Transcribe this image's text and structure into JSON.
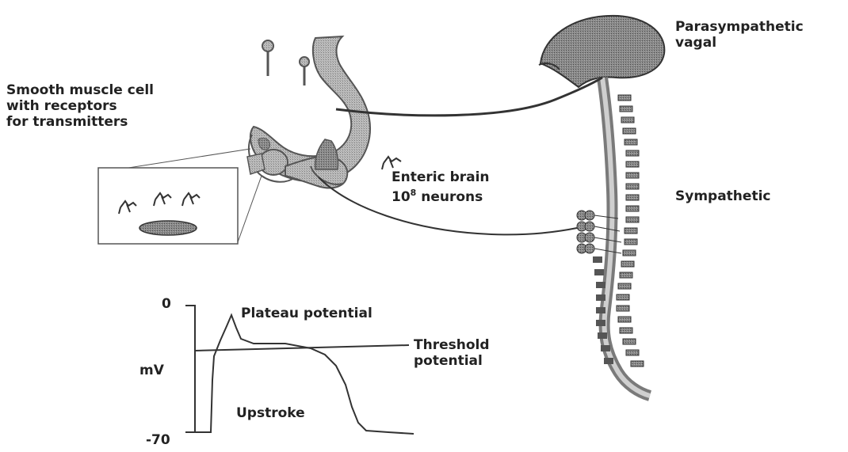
{
  "labels": {
    "smooth_muscle_line1": "Smooth muscle cell",
    "smooth_muscle_line2": "with receptors",
    "smooth_muscle_line3": "for transmitters",
    "parasympathetic_line1": "Parasympathetic",
    "parasympathetic_line2": "vagal",
    "enteric_line1": "Enteric brain",
    "enteric_base": "10",
    "enteric_exp": "8",
    "enteric_rest": " neurons",
    "sympathetic": "Sympathetic",
    "plateau": "Plateau potential",
    "threshold_line1": "Threshold",
    "threshold_line2": "potential",
    "upstroke": "Upstroke",
    "axis_top": "0",
    "axis_unit": "mV",
    "axis_bottom": "-70"
  },
  "colors": {
    "organ_fill": "#a8a8a8",
    "organ_stroke": "#555555",
    "brain_fill": "#8c8c8c",
    "vertebra_fill": "#6e6e6e",
    "line": "#333333"
  }
}
